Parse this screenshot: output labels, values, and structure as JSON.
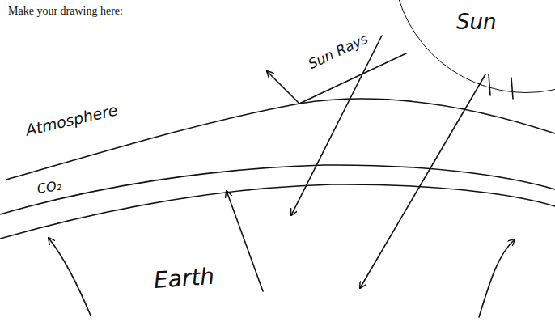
{
  "diagram": {
    "nodes": [
      {
        "text": [
          "Sun"
        ]
      }
    ],
    "labels": [
      "Make your drawing here:",
      "Sun Rays",
      "Atmosphere",
      "CO₂",
      "Earth"
    ]
  }
}
